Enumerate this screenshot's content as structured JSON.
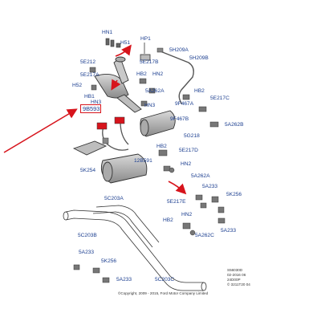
{
  "diagram": {
    "labels": {
      "hn1": "HN1",
      "h51": "H51",
      "hp1": "HP1",
      "5h209a": "5H209A",
      "5h209b": "5H209B",
      "5e212": "5E212",
      "5e217b": "5E217B",
      "5e217a_a": "5E217A",
      "hb2_a": "HB2",
      "hn2_a": "HN2",
      "h52": "H52",
      "hb1": "HB1",
      "hn3_a": "HN3",
      "hn3_b": "HN3",
      "5a262a_a": "5A262A",
      "9f467a": "9F467A",
      "hb2_b": "HB2",
      "5e217c": "5E217C",
      "9b593": "9B593",
      "9f467b": "9F467B",
      "5a262b": "5A262B",
      "5g218": "5G218",
      "hb2_c": "HB2",
      "5e217d": "5E217D",
      "12b591": "12B591",
      "hn2_b": "HN2",
      "5k254": "5K254",
      "5a262a_b": "5A262A",
      "5a233_a": "5A233",
      "5k256_a": "5K256",
      "5e217e": "5E217E",
      "5c203a": "5C203A",
      "hn2_c": "HN2",
      "hb2_d": "HB2",
      "5c203b": "5C203B",
      "5a262c": "5A262C",
      "5a233_b": "5A233",
      "5a233_c": "5A233",
      "5k256_b": "5K256",
      "5a233_d": "5A233",
      "5c203c": "5C203C"
    },
    "highlighted_part": "9B593",
    "doc_meta": [
      "S56030D",
      "02-2016 06",
      "24D00P",
      "© 3211T20 04"
    ],
    "copyright": "©Copyright, 2009 - 2015, Ford Motor Company Limited",
    "colors": {
      "label": "#1a3d8f",
      "line": "#3a3a3a",
      "accent": "#d7141c",
      "shade": "#8c8c8c"
    }
  }
}
